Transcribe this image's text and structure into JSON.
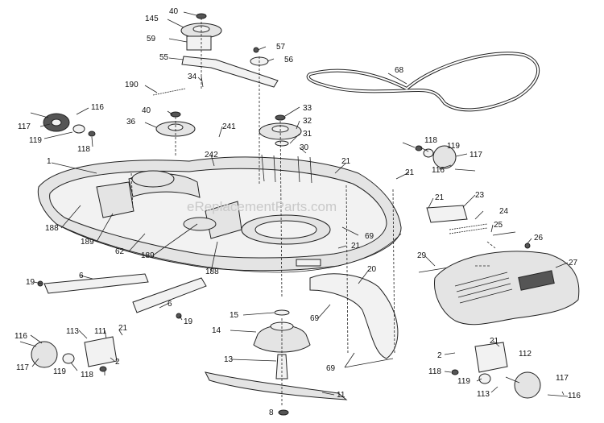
{
  "watermark": "eReplacementParts.com",
  "callouts": [
    {
      "id": "c1",
      "text": "40"
    },
    {
      "id": "c2",
      "text": "145"
    },
    {
      "id": "c3",
      "text": "59"
    },
    {
      "id": "c4",
      "text": "55"
    },
    {
      "id": "c5",
      "text": "57"
    },
    {
      "id": "c6",
      "text": "56"
    },
    {
      "id": "c7",
      "text": "34"
    },
    {
      "id": "c8",
      "text": "190"
    },
    {
      "id": "c9",
      "text": "116"
    },
    {
      "id": "c10",
      "text": "117"
    },
    {
      "id": "c11",
      "text": "119"
    },
    {
      "id": "c12",
      "text": "118"
    },
    {
      "id": "c13",
      "text": "40"
    },
    {
      "id": "c14",
      "text": "36"
    },
    {
      "id": "c15",
      "text": "33"
    },
    {
      "id": "c16",
      "text": "32"
    },
    {
      "id": "c17",
      "text": "31"
    },
    {
      "id": "c18",
      "text": "30"
    },
    {
      "id": "c19",
      "text": "241"
    },
    {
      "id": "c20",
      "text": "242"
    },
    {
      "id": "c21",
      "text": "68"
    },
    {
      "id": "c22",
      "text": "118"
    },
    {
      "id": "c23",
      "text": "119"
    },
    {
      "id": "c24",
      "text": "117"
    },
    {
      "id": "c25",
      "text": "116"
    },
    {
      "id": "c26",
      "text": "1"
    },
    {
      "id": "c27",
      "text": "21"
    },
    {
      "id": "c28",
      "text": "21"
    },
    {
      "id": "c29",
      "text": "21"
    },
    {
      "id": "c30",
      "text": "23"
    },
    {
      "id": "c31",
      "text": "24"
    },
    {
      "id": "c32",
      "text": "25"
    },
    {
      "id": "c33",
      "text": "26"
    },
    {
      "id": "c34",
      "text": "27"
    },
    {
      "id": "c35",
      "text": "29"
    },
    {
      "id": "c36",
      "text": "188"
    },
    {
      "id": "c37",
      "text": "189"
    },
    {
      "id": "c38",
      "text": "62"
    },
    {
      "id": "c39",
      "text": "189"
    },
    {
      "id": "c40",
      "text": "188"
    },
    {
      "id": "c41",
      "text": "69"
    },
    {
      "id": "c42",
      "text": "21"
    },
    {
      "id": "c43",
      "text": "20"
    },
    {
      "id": "c44",
      "text": "19"
    },
    {
      "id": "c45",
      "text": "6"
    },
    {
      "id": "c46",
      "text": "6"
    },
    {
      "id": "c47",
      "text": "19"
    },
    {
      "id": "c48",
      "text": "15"
    },
    {
      "id": "c49",
      "text": "69"
    },
    {
      "id": "c50",
      "text": "14"
    },
    {
      "id": "c51",
      "text": "13"
    },
    {
      "id": "c52",
      "text": "69"
    },
    {
      "id": "c53",
      "text": "116"
    },
    {
      "id": "c54",
      "text": "113"
    },
    {
      "id": "c55",
      "text": "111"
    },
    {
      "id": "c56",
      "text": "21"
    },
    {
      "id": "c57",
      "text": "117"
    },
    {
      "id": "c58",
      "text": "119"
    },
    {
      "id": "c59",
      "text": "118"
    },
    {
      "id": "c60",
      "text": "2"
    },
    {
      "id": "c61",
      "text": "21"
    },
    {
      "id": "c62",
      "text": "2"
    },
    {
      "id": "c63",
      "text": "112"
    },
    {
      "id": "c64",
      "text": "118"
    },
    {
      "id": "c65",
      "text": "119"
    },
    {
      "id": "c66",
      "text": "117"
    },
    {
      "id": "c67",
      "text": "113"
    },
    {
      "id": "c68",
      "text": "116"
    },
    {
      "id": "c69",
      "text": "11"
    },
    {
      "id": "c70",
      "text": "8"
    }
  ]
}
